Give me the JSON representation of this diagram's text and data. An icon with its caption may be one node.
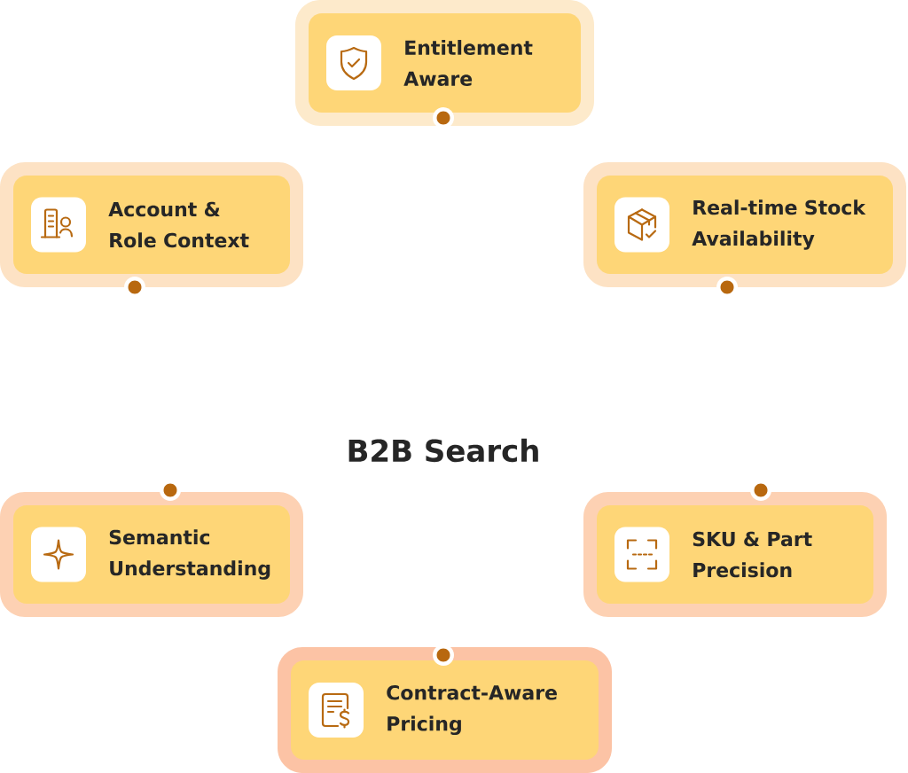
{
  "diagram": {
    "nodes": [
      {
        "text": [
          "Entitlement Aware"
        ]
      },
      {
        "text": [
          "Account & Role Context"
        ]
      },
      {
        "text": [
          "Real-time Stock Availability"
        ]
      },
      {
        "text": [
          "B2B Search"
        ]
      },
      {
        "text": [
          "Semantic Understanding"
        ]
      },
      {
        "text": [
          "SKU & Part Precision"
        ]
      },
      {
        "text": [
          "Contract-Aware Pricing"
        ]
      }
    ]
  }
}
